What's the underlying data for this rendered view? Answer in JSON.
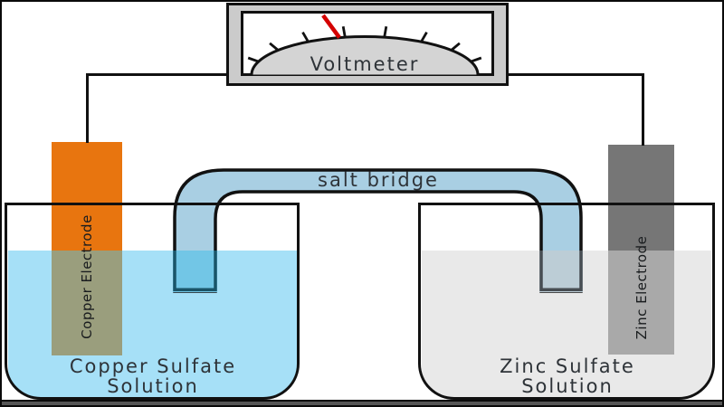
{
  "diagram": {
    "type": "galvanic-cell",
    "voltmeter": {
      "label": "Voltmeter"
    },
    "salt_bridge": {
      "label": "salt bridge"
    },
    "left_half_cell": {
      "electrode": "Copper Electrode",
      "solution": [
        "Copper Sulfate",
        "Solution"
      ]
    },
    "right_half_cell": {
      "electrode": "Zinc Electrode",
      "solution": [
        "Zinc Sulfate",
        "Solution"
      ]
    }
  },
  "colors": {
    "copper_electrode": "#e8750f",
    "copper_electrode_submerged": "#9a9e7d",
    "copper_solution": "#a6e0f7",
    "zinc_electrode": "#767676",
    "zinc_electrode_submerged": "#a9a9a9",
    "zinc_solution": "#e9e9e9",
    "salt_bridge_fill": "#a9cfe3",
    "salt_bridge_submerged_left": "#72c6e6",
    "salt_bridge_submerged_left_border": "#1a5468",
    "salt_bridge_submerged_right": "#bccdd6",
    "salt_bridge_submerged_right_border": "#474d52",
    "needle": "#d40000",
    "meter_body": "#cbcbcb",
    "meter_dome": "#d4d4d4",
    "outline": "#111111",
    "label_text": "#2e3338",
    "table_strip": "#565656"
  }
}
